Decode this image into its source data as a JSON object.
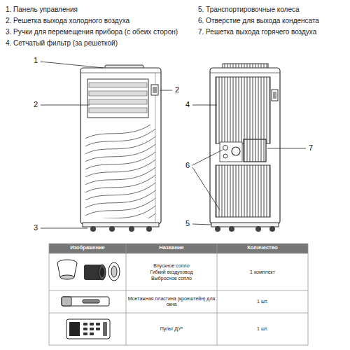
{
  "diagram": {
    "labels": [
      "1. Панель управления",
      "2. Решетка выхода холодного воздуха",
      "3. Ручки для перемещения прибора (с обеих сторон)",
      "4. Сетчатый фильтр (за решеткой)",
      "5. Транспортировочные колеса",
      "6. Отверстие для выхода конденсата",
      "7. Решетка выхода горячего воздуха",
      "1",
      "2",
      "2",
      "3",
      "4",
      "7",
      "6",
      "5",
      "Изображение",
      "Название",
      "Количество",
      "Впускное сопло",
      "Гибкий воздуховод",
      "Выбросное сопло",
      "1 комплект",
      "Монтажная пластина (кронштейн) для окна",
      "1 шт.",
      "Пульт ДУ*",
      "1 шт."
    ]
  }
}
